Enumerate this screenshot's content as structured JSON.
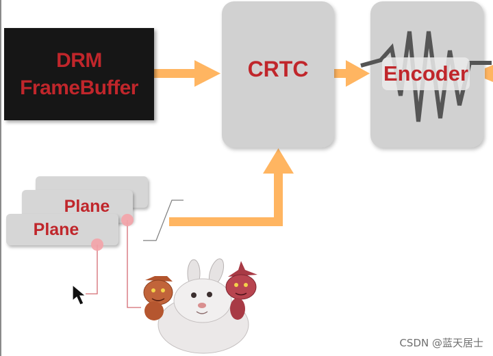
{
  "nodes": {
    "drm_line1": "DRM",
    "drm_line2": "FrameBuffer",
    "crtc": "CRTC",
    "encoder": "Encoder",
    "plane_back": "Plane",
    "plane_front": "Plane"
  },
  "image": {
    "subject": "Big Buck Bunny still: white rabbit with two red creatures"
  },
  "colors": {
    "label_red": "#c0262b",
    "arrow_orange": "#ffb561",
    "box_gray": "#d1d1d1",
    "framebuffer_black": "#161616",
    "marker_pink": "#f4a3a8"
  },
  "icons": {
    "cursor": "mouse-pointer-icon",
    "waveform": "signal-waveform-icon"
  },
  "watermark": "CSDN @蓝天居士"
}
